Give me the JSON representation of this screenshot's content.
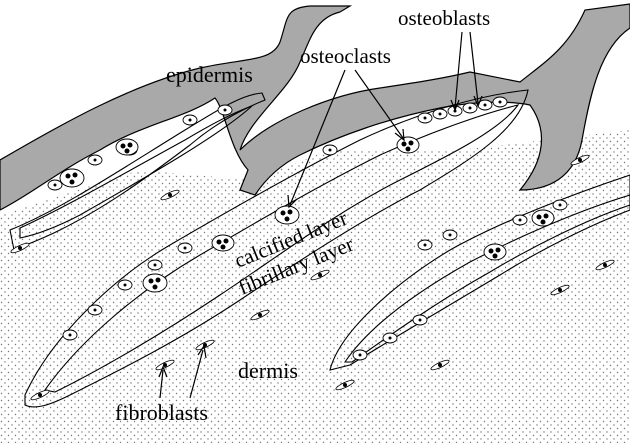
{
  "labels": {
    "epidermis": "epidermis",
    "osteoblasts": "osteoblasts",
    "osteoclasts": "osteoclasts",
    "calcified_layer": "calcified layer",
    "fibrillary_layer": "fibrillary layer",
    "dermis": "dermis",
    "fibroblasts": "fibroblasts"
  },
  "colors": {
    "epidermis_fill": "#a9a9a9",
    "scale_fill": "#b8b8b8",
    "dermis_dot": "#777777",
    "ink": "#000000"
  }
}
